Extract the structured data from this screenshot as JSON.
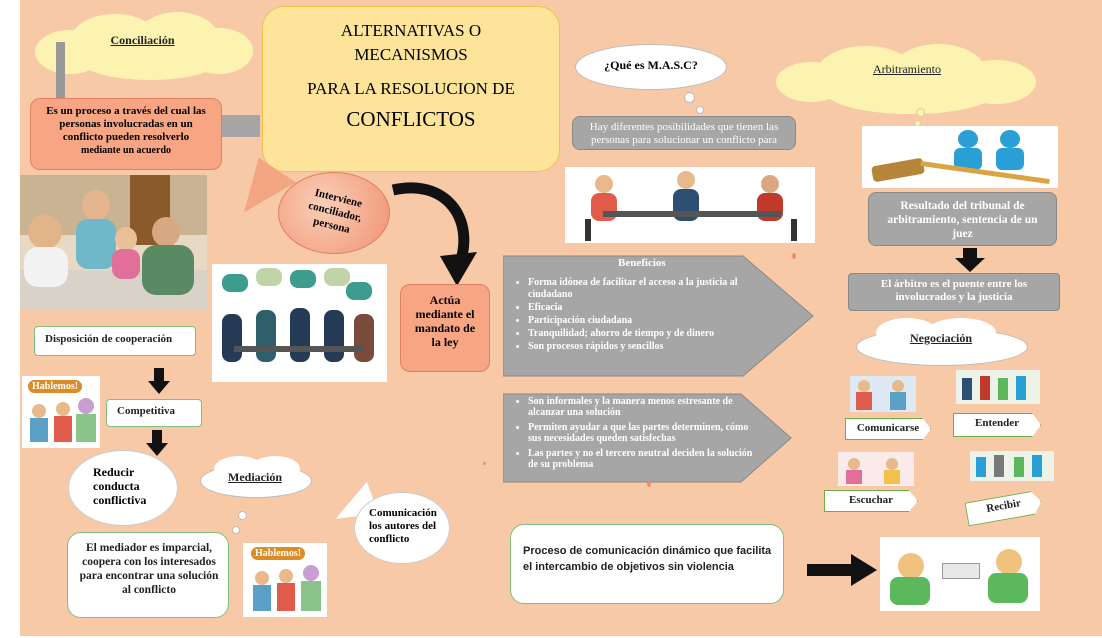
{
  "title": {
    "line1": "ALTERNATIVAS O",
    "line2": "MECANISMOS",
    "line3": "PARA LA RESOLUCION DE",
    "line4": "CONFLICTOS"
  },
  "conciliacion": {
    "title": "Conciliación",
    "definition_main": "Es un proceso  a través del cual las personas involucradas en un conflicto pueden resolverlo",
    "definition_tail": "mediante un acuerdo",
    "speech": "Interviene conciliador, persona",
    "arrow_target": "Actúa mediante el mandato de la ley"
  },
  "chain": {
    "disposicion": "Disposición de  cooperación",
    "competitiva": "Competitiva",
    "reducir": "Reducir conducta conflictiva",
    "hablemos": "Hablemos!"
  },
  "mediacion": {
    "title": "Mediación",
    "speech": "Comunicación los autores del conflicto",
    "description": "El mediador es imparcial, coopera con los interesados para encontrar una solución al conflicto"
  },
  "masc": {
    "question": "¿Qué es M.A.S.C?",
    "answer": "Hay diferentes posibilidades que tienen las personas para solucionar un conflicto para"
  },
  "beneficios": {
    "title": "Beneficios",
    "items": [
      "Forma idónea de facilitar el acceso a la justicia al ciudadano",
      "Eficacia",
      "Participación ciudadana",
      "Tranquilidad; ahorro de tiempo y de dinero",
      "Son procesos rápidos y sencillos"
    ]
  },
  "caracteristicas": {
    "items": [
      "Son informales y la manera menos estresante de alcanzar una solución",
      "Permiten ayudar a que las partes determinen, cómo sus necesidades queden satisfechas",
      "Las partes y no el tercero neutral deciden la solución de su problema"
    ]
  },
  "proceso": "Proceso de comunicación dinámico que facilita el intercambio de objetivos sin violencia",
  "arbitramiento": {
    "title": "Arbitramiento",
    "resultado": "Resultado del tribunal de arbitramiento, sentencia de un juez",
    "arbitro": "El árbitro es el puente entre los involucrados y la justicia"
  },
  "negociacion": {
    "title": "Negociación",
    "comunicarse": "Comunicarse",
    "entender": "Entender",
    "escuchar": "Escuchar",
    "recibir": "Recibir"
  },
  "colors": {
    "background": "#f7c9a6",
    "cloud": "#fdf3b0",
    "salmon": "#f4a582",
    "gray": "#a6a6a6",
    "green_outline": "#70ad47"
  }
}
